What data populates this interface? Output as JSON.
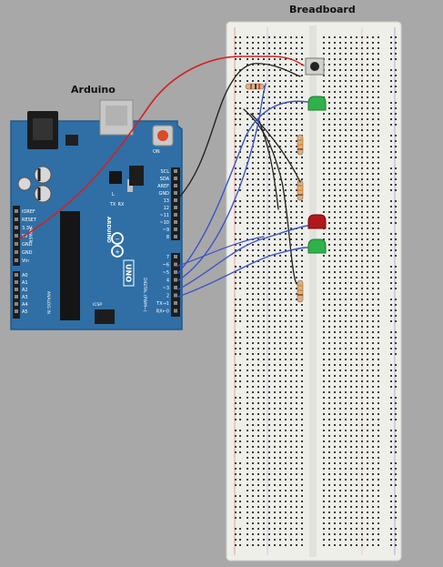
{
  "breadboard": {
    "title": "Breadboard"
  },
  "arduino": {
    "title": "Arduino",
    "logo_text": "ARDUINO",
    "model_text": "UNO",
    "power_pins": [
      "IOREF",
      "RESET",
      "3.3V",
      "5V",
      "GND",
      "GND",
      "Vin"
    ],
    "analog_pins": [
      "A0",
      "A1",
      "A2",
      "A3",
      "A4",
      "A5"
    ],
    "analog_label": "ANALOG IN",
    "power_label": "POWER",
    "top_header_labels": [
      "SCL",
      "SDA",
      "AREF",
      "GND",
      "13",
      "12",
      "~11",
      "~10",
      "~9",
      "8"
    ],
    "digital_labels": [
      "7",
      "~6",
      "~5",
      "4",
      "~3",
      "2",
      "TX→1",
      "RX←0"
    ],
    "digital_label": "DIGITAL (PWM~)",
    "tx_rx_led_labels": [
      "TX",
      "RX"
    ],
    "led_l_label": "L",
    "on_label": "ON",
    "icsp_label": "ICSP"
  },
  "colors": {
    "background": "#a8a8a8",
    "board": "#2f6fa5",
    "board_edge": "#235a88",
    "breadboard": "#efefea",
    "wire_red": "#d62020",
    "wire_black": "#222222",
    "wire_blue": "#3a54c8",
    "led_green": "#2fb24a",
    "led_red": "#b0171b"
  }
}
